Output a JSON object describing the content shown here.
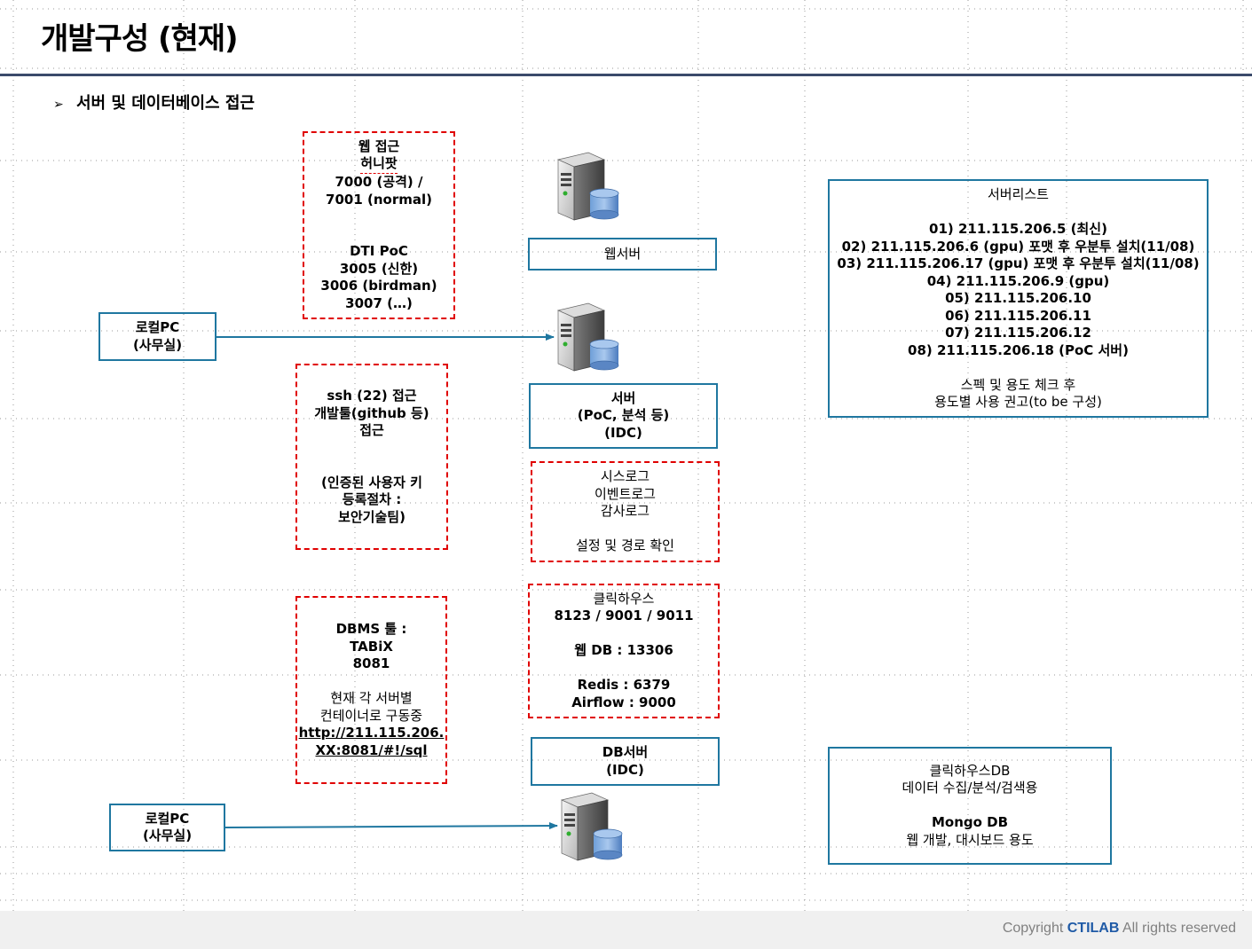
{
  "page": {
    "title": "개발구성 (현재)",
    "subtitle": "서버 및 데이터베이스 접근"
  },
  "web_access_box": {
    "lines": [
      "웹 접근",
      "허니팟",
      "7000 (공격) /",
      "7001 (normal)",
      "",
      "",
      "DTI PoC",
      "3005 (신한)",
      "3006 (birdman)",
      "3007 (…)"
    ]
  },
  "web_server_label": "웹서버",
  "local_pc_1": {
    "lines": [
      "로컬PC",
      "(사무실)"
    ]
  },
  "ssh_box": {
    "lines": [
      "ssh (22) 접근",
      "개발툴(github 등)",
      "접근",
      "",
      "",
      "(인증된 사용자 키",
      "등록절차 :",
      "보안기술팀)"
    ]
  },
  "poc_server_box": {
    "lines": [
      "서버",
      "(PoC, 분석 등)",
      "(IDC)"
    ]
  },
  "log_box": {
    "lines": [
      "시스로그",
      "이벤트로그",
      "감사로그",
      "",
      "설정 및 경로 확인"
    ]
  },
  "clickhouse_box": {
    "lines": [
      "클릭하우스",
      "8123 / 9001 / 9011",
      "",
      "웹 DB : 13306",
      "",
      "Redis : 6379",
      "Airflow : 9000"
    ]
  },
  "dbms_box": {
    "lines": [
      "DBMS 툴 :",
      "TABiX",
      "8081",
      "",
      "현재 각 서버별",
      "컨테이너로 구동중"
    ],
    "link_lines": [
      "http://211.115.206.",
      "XX:8081/#!/sql"
    ]
  },
  "db_server_box": {
    "lines": [
      "DB서버",
      "(IDC)"
    ]
  },
  "local_pc_2": {
    "lines": [
      "로컬PC",
      "(사무실)"
    ]
  },
  "server_list_box": {
    "lines": [
      "서버리스트",
      "",
      "01) 211.115.206.5 (최신)",
      "02) 211.115.206.6 (gpu) 포맷 후 우분투 설치(11/08)",
      "03) 211.115.206.17 (gpu) 포맷 후 우분투 설치(11/08)",
      "04) 211.115.206.9 (gpu)",
      "05) 211.115.206.10",
      "06) 211.115.206.11",
      "07) 211.115.206.12",
      "08) 211.115.206.18 (PoC 서버)",
      "",
      "스펙 및 용도 체크 후",
      "용도별 사용 권고(to be 구성)"
    ]
  },
  "db_usage_box": {
    "lines": [
      "클릭하우스DB",
      "데이터 수집/분석/검색용",
      "",
      "Mongo DB",
      "웹 개발, 대시보드 용도"
    ]
  },
  "footer": {
    "prefix": "Copyright ",
    "brand": "CTILAB",
    "suffix": " All rights reserved"
  },
  "colors": {
    "blue_border": "#1f77a0",
    "red_dashed": "#e00000",
    "title_rule": "#3b4a6b",
    "arrow": "#1f77a0"
  },
  "icons": [
    "server-icon",
    "arrow-right-icon"
  ]
}
